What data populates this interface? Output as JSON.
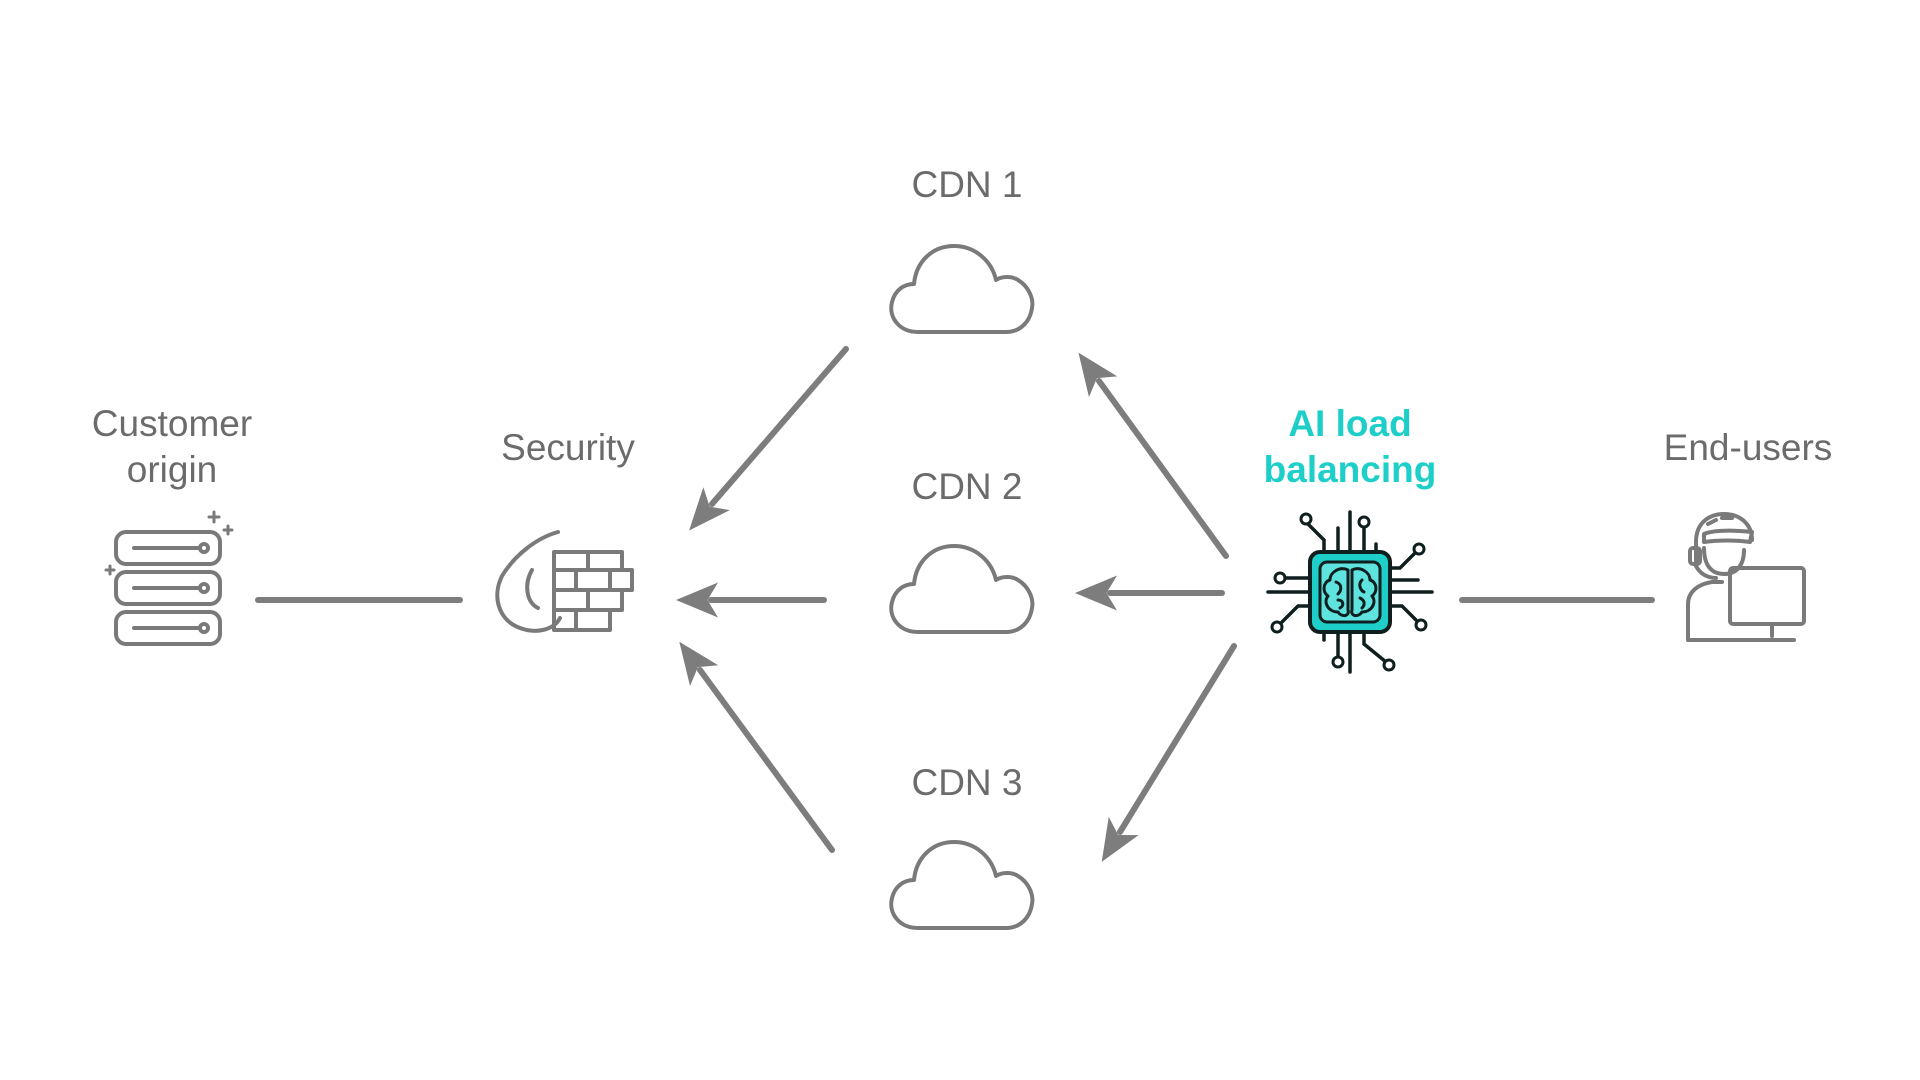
{
  "nodes": {
    "customer_origin": {
      "label_line1": "Customer",
      "label_line2": "origin",
      "icon": "server-stack-icon"
    },
    "security": {
      "label": "Security",
      "icon": "firewall-icon"
    },
    "cdn1": {
      "label": "CDN 1",
      "icon": "cloud-icon"
    },
    "cdn2": {
      "label": "CDN 2",
      "icon": "cloud-icon"
    },
    "cdn3": {
      "label": "CDN 3",
      "icon": "cloud-icon"
    },
    "ai_load_balancing": {
      "label_line1": "AI load",
      "label_line2": "balancing",
      "icon": "ai-chip-brain-icon",
      "accent_color": "#1ecfc9"
    },
    "end_users": {
      "label": "End-users",
      "icon": "user-at-computer-icon"
    }
  },
  "edges": [
    {
      "from": "end_users",
      "to": "ai_load_balancing",
      "style": "line"
    },
    {
      "from": "ai_load_balancing",
      "to": "cdn1",
      "style": "arrow"
    },
    {
      "from": "ai_load_balancing",
      "to": "cdn2",
      "style": "arrow"
    },
    {
      "from": "ai_load_balancing",
      "to": "cdn3",
      "style": "arrow"
    },
    {
      "from": "cdn1",
      "to": "security",
      "style": "arrow"
    },
    {
      "from": "cdn2",
      "to": "security",
      "style": "arrow"
    },
    {
      "from": "cdn3",
      "to": "security",
      "style": "arrow"
    },
    {
      "from": "security",
      "to": "customer_origin",
      "style": "line"
    }
  ],
  "colors": {
    "line": "#7d7d7d",
    "label": "#6b6b6b",
    "icon": "#7a7a7a",
    "accent": "#1ecfc9"
  }
}
